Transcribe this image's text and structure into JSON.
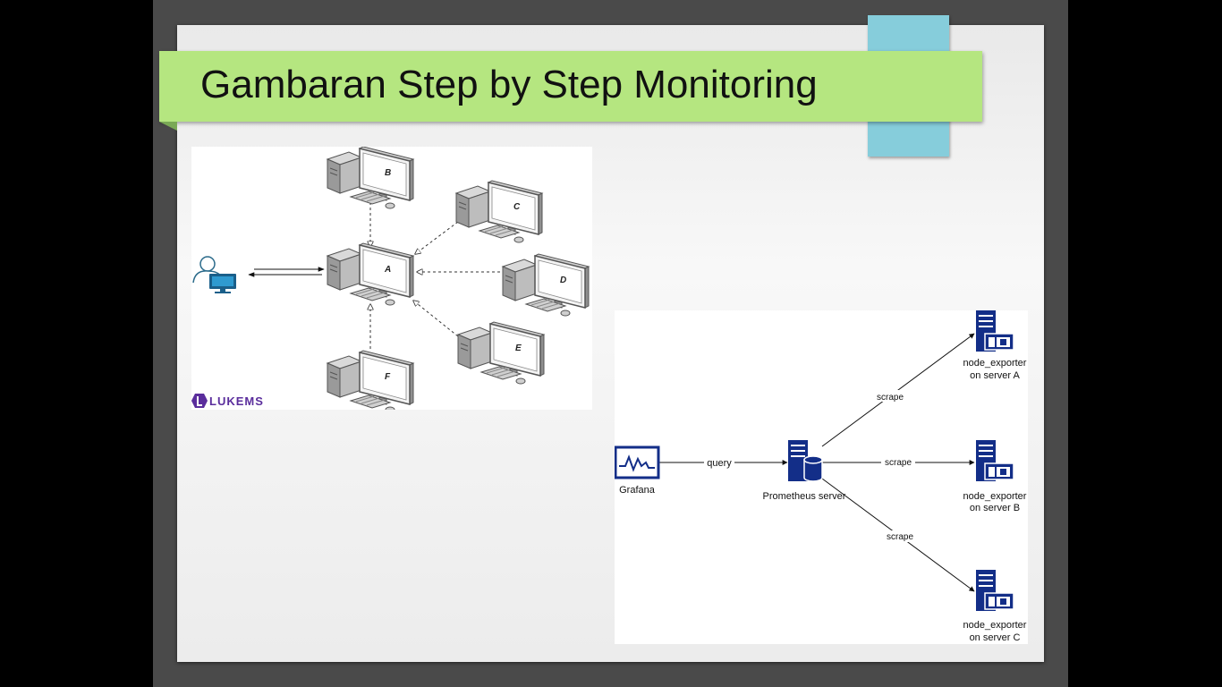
{
  "slide": {
    "title": "Gambaran Step by Step Monitoring",
    "colors": {
      "title_bar": "#b5e680",
      "accent_tab": "#86cddb",
      "diagram_blue": "#132e88",
      "logo_purple": "#5a2d9c"
    }
  },
  "network_diagram": {
    "logo": "LUKEMS",
    "computers": [
      "A",
      "B",
      "C",
      "D",
      "E",
      "F"
    ],
    "user_icon": "user-at-monitor-icon"
  },
  "monitoring_diagram": {
    "grafana_label": "Grafana",
    "prometheus_label": "Prometheus server",
    "query_label": "query",
    "scrape_label": "scrape",
    "exporters": [
      {
        "line1": "node_exporter",
        "line2": "on server A"
      },
      {
        "line1": "node_exporter",
        "line2": "on server B"
      },
      {
        "line1": "node_exporter",
        "line2": "on server C"
      }
    ]
  }
}
